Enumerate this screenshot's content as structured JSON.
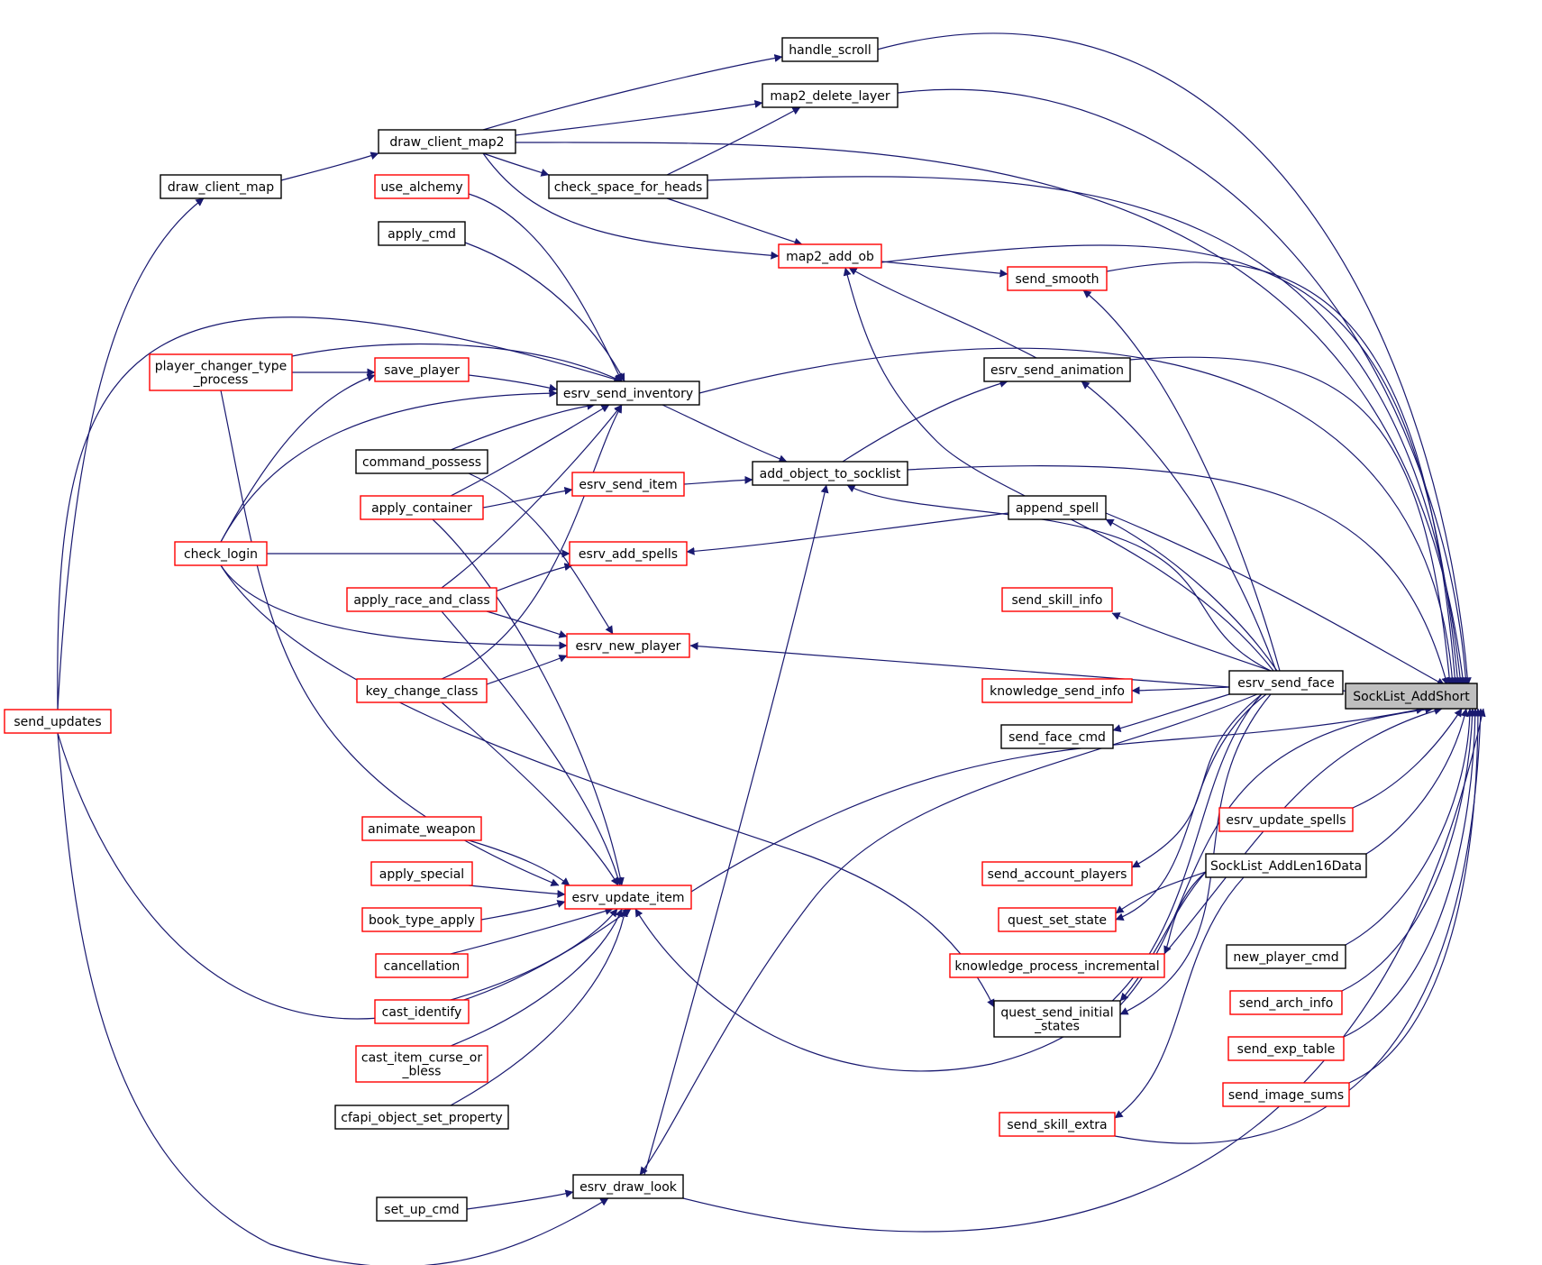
{
  "nodes": [
    {
      "id": "SockList_AddShort",
      "lines": [
        "SockList_AddShort"
      ],
      "border": "focus"
    },
    {
      "id": "handle_scroll",
      "lines": [
        "handle_scroll"
      ],
      "border": "black"
    },
    {
      "id": "map2_delete_layer",
      "lines": [
        "map2_delete_layer"
      ],
      "border": "black"
    },
    {
      "id": "draw_client_map2",
      "lines": [
        "draw_client_map2"
      ],
      "border": "black"
    },
    {
      "id": "check_space_for_heads",
      "lines": [
        "check_space_for_heads"
      ],
      "border": "black"
    },
    {
      "id": "draw_client_map",
      "lines": [
        "draw_client_map"
      ],
      "border": "black"
    },
    {
      "id": "use_alchemy",
      "lines": [
        "use_alchemy"
      ],
      "border": "red"
    },
    {
      "id": "apply_cmd",
      "lines": [
        "apply_cmd"
      ],
      "border": "black"
    },
    {
      "id": "map2_add_ob",
      "lines": [
        "map2_add_ob"
      ],
      "border": "red"
    },
    {
      "id": "send_smooth",
      "lines": [
        "send_smooth"
      ],
      "border": "red"
    },
    {
      "id": "player_changer_type_process",
      "lines": [
        "player_changer_type",
        "_process"
      ],
      "border": "red"
    },
    {
      "id": "save_player",
      "lines": [
        "save_player"
      ],
      "border": "red"
    },
    {
      "id": "esrv_send_inventory",
      "lines": [
        "esrv_send_inventory"
      ],
      "border": "black"
    },
    {
      "id": "esrv_send_animation",
      "lines": [
        "esrv_send_animation"
      ],
      "border": "black"
    },
    {
      "id": "command_possess",
      "lines": [
        "command_possess"
      ],
      "border": "black"
    },
    {
      "id": "add_object_to_socklist",
      "lines": [
        "add_object_to_socklist"
      ],
      "border": "black"
    },
    {
      "id": "esrv_send_item",
      "lines": [
        "esrv_send_item"
      ],
      "border": "red"
    },
    {
      "id": "apply_container",
      "lines": [
        "apply_container"
      ],
      "border": "red"
    },
    {
      "id": "append_spell",
      "lines": [
        "append_spell"
      ],
      "border": "black"
    },
    {
      "id": "check_login",
      "lines": [
        "check_login"
      ],
      "border": "red"
    },
    {
      "id": "esrv_add_spells",
      "lines": [
        "esrv_add_spells"
      ],
      "border": "red"
    },
    {
      "id": "apply_race_and_class",
      "lines": [
        "apply_race_and_class"
      ],
      "border": "red"
    },
    {
      "id": "send_skill_info",
      "lines": [
        "send_skill_info"
      ],
      "border": "red"
    },
    {
      "id": "esrv_new_player",
      "lines": [
        "esrv_new_player"
      ],
      "border": "red"
    },
    {
      "id": "esrv_send_face",
      "lines": [
        "esrv_send_face"
      ],
      "border": "black"
    },
    {
      "id": "key_change_class",
      "lines": [
        "key_change_class"
      ],
      "border": "red"
    },
    {
      "id": "knowledge_send_info",
      "lines": [
        "knowledge_send_info"
      ],
      "border": "red"
    },
    {
      "id": "send_updates",
      "lines": [
        "send_updates"
      ],
      "border": "red"
    },
    {
      "id": "send_face_cmd",
      "lines": [
        "send_face_cmd"
      ],
      "border": "black"
    },
    {
      "id": "esrv_update_spells",
      "lines": [
        "esrv_update_spells"
      ],
      "border": "red"
    },
    {
      "id": "animate_weapon",
      "lines": [
        "animate_weapon"
      ],
      "border": "red"
    },
    {
      "id": "SockList_AddLen16Data",
      "lines": [
        "SockList_AddLen16Data"
      ],
      "border": "black"
    },
    {
      "id": "send_account_players",
      "lines": [
        "send_account_players"
      ],
      "border": "red"
    },
    {
      "id": "apply_special",
      "lines": [
        "apply_special"
      ],
      "border": "red"
    },
    {
      "id": "esrv_update_item",
      "lines": [
        "esrv_update_item"
      ],
      "border": "red"
    },
    {
      "id": "quest_set_state",
      "lines": [
        "quest_set_state"
      ],
      "border": "red"
    },
    {
      "id": "book_type_apply",
      "lines": [
        "book_type_apply"
      ],
      "border": "red"
    },
    {
      "id": "new_player_cmd",
      "lines": [
        "new_player_cmd"
      ],
      "border": "black"
    },
    {
      "id": "cancellation",
      "lines": [
        "cancellation"
      ],
      "border": "red"
    },
    {
      "id": "knowledge_process_incremental",
      "lines": [
        "knowledge_process_incremental"
      ],
      "border": "red"
    },
    {
      "id": "send_arch_info",
      "lines": [
        "send_arch_info"
      ],
      "border": "red"
    },
    {
      "id": "cast_identify",
      "lines": [
        "cast_identify"
      ],
      "border": "red"
    },
    {
      "id": "quest_send_initial_states",
      "lines": [
        "quest_send_initial",
        "_states"
      ],
      "border": "black"
    },
    {
      "id": "send_exp_table",
      "lines": [
        "send_exp_table"
      ],
      "border": "red"
    },
    {
      "id": "cast_item_curse_or_bless",
      "lines": [
        "cast_item_curse_or",
        "_bless"
      ],
      "border": "red"
    },
    {
      "id": "send_image_sums",
      "lines": [
        "send_image_sums"
      ],
      "border": "red"
    },
    {
      "id": "cfapi_object_set_property",
      "lines": [
        "cfapi_object_set_property"
      ],
      "border": "black"
    },
    {
      "id": "send_skill_extra",
      "lines": [
        "send_skill_extra"
      ],
      "border": "red"
    },
    {
      "id": "esrv_draw_look",
      "lines": [
        "esrv_draw_look"
      ],
      "border": "black"
    },
    {
      "id": "set_up_cmd",
      "lines": [
        "set_up_cmd"
      ],
      "border": "black"
    }
  ],
  "colors": {
    "edge": "#191970",
    "red_border": "#ff0000",
    "black_border": "#000000",
    "focus_fill": "#bfbfbf"
  }
}
